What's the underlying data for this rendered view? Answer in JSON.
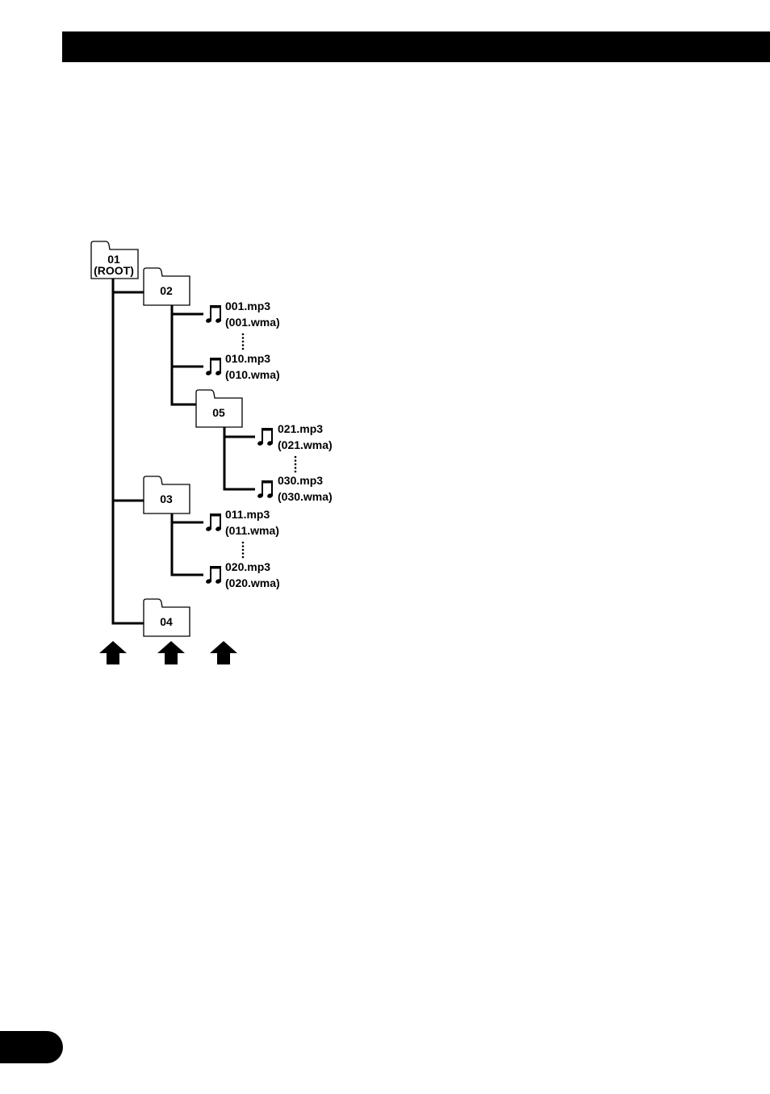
{
  "folders": [
    {
      "id": "01",
      "sub": "(ROOT)"
    },
    {
      "id": "02"
    },
    {
      "id": "05"
    },
    {
      "id": "03"
    },
    {
      "id": "04"
    }
  ],
  "files": [
    {
      "mp3": "001.mp3",
      "wma": "(001.wma)"
    },
    {
      "mp3": "010.mp3",
      "wma": "(010.wma)"
    },
    {
      "mp3": "021.mp3",
      "wma": "(021.wma)"
    },
    {
      "mp3": "030.mp3",
      "wma": "(030.wma)"
    },
    {
      "mp3": "011.mp3",
      "wma": "(011.wma)"
    },
    {
      "mp3": "020.mp3",
      "wma": "(020.wma)"
    }
  ],
  "icons": {
    "folder": "folder-icon",
    "file": "music-note-icon",
    "arrow": "up-arrow-icon"
  },
  "colors": {
    "ink": "#000000",
    "paper": "#ffffff"
  }
}
